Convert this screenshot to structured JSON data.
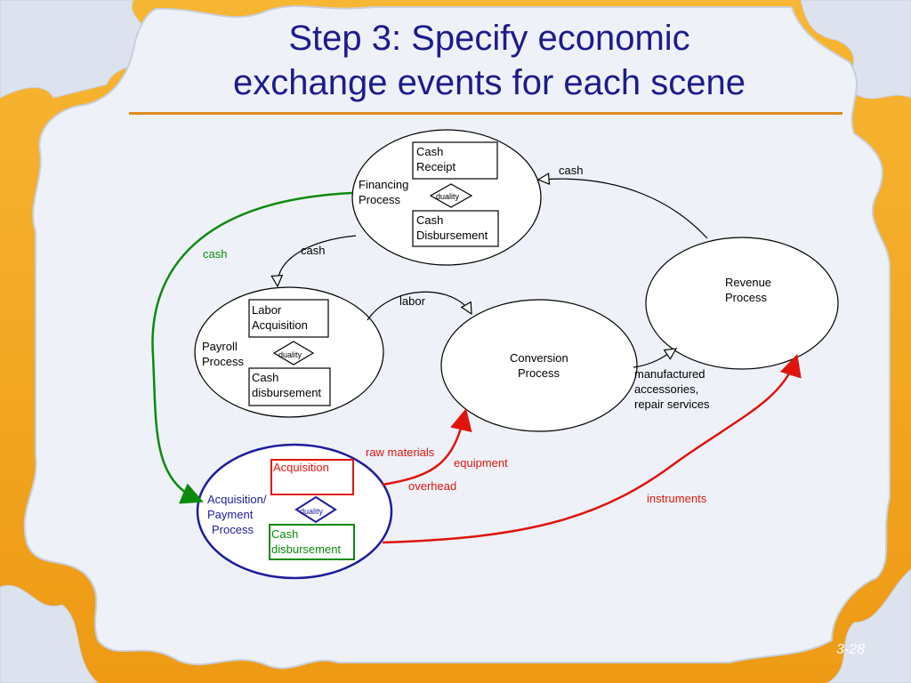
{
  "slide": {
    "title_line1": "Step 3: Specify economic",
    "title_line2": "exchange events for each scene",
    "slide_number": "3-28"
  },
  "colors": {
    "title": "#1c1c8c",
    "puzzle_border": "#f3a31c",
    "puzzle_piece": "#eef2f8",
    "green_flow": "#0c8a0c",
    "red_flow": "#e0140c",
    "blue_process": "#1c1c9c"
  },
  "processes": {
    "financing": {
      "name_line1": "Financing",
      "name_line2": "Process",
      "event_top_line1": "Cash",
      "event_top_line2": "Receipt",
      "duality": "duality",
      "event_bottom_line1": "Cash",
      "event_bottom_line2": "Disbursement"
    },
    "payroll": {
      "name_line1": "Payroll",
      "name_line2": "Process",
      "event_top_line1": "Labor",
      "event_top_line2": "Acquisition",
      "duality": "duality",
      "event_bottom_line1": "Cash",
      "event_bottom_line2": "disbursement"
    },
    "conversion": {
      "name_line1": "Conversion",
      "name_line2": "Process"
    },
    "revenue": {
      "name_line1": "Revenue",
      "name_line2": "Process"
    },
    "acquisition": {
      "name_line1": "Acquisition/",
      "name_line2": "Payment",
      "name_line3": "Process",
      "event_top_line1": "Acquisition",
      "duality": "duality",
      "event_bottom_line1": "Cash",
      "event_bottom_line2": "disbursement"
    }
  },
  "flows": {
    "cash_revenue_to_financing": "cash",
    "cash_financing_to_payroll": "cash",
    "cash_financing_to_acquisition": "cash",
    "labor": "labor",
    "manufactured_line1": "manufactured",
    "manufactured_line2": "accessories,",
    "manufactured_line3": "repair services",
    "raw_materials": "raw materials",
    "equipment": "equipment",
    "overhead": "overhead",
    "instruments": "instruments"
  }
}
